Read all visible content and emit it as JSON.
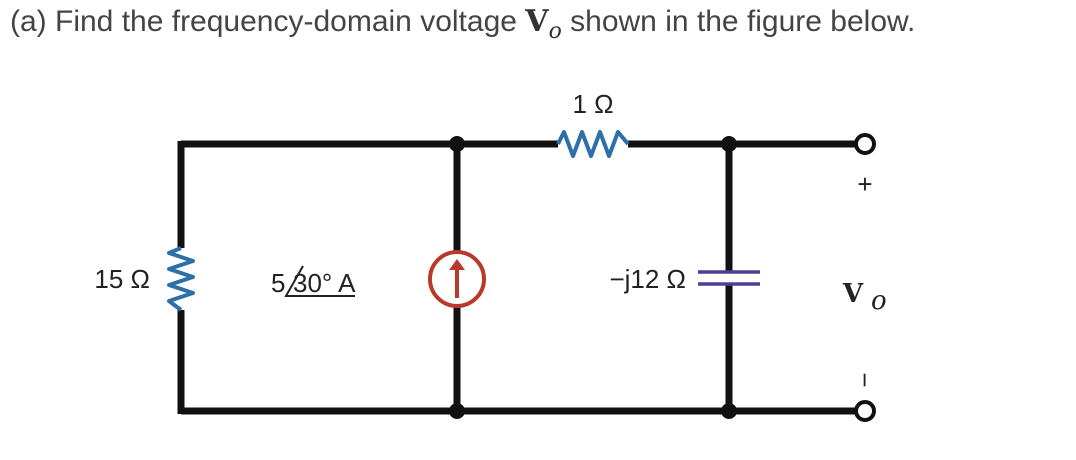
{
  "question": {
    "prefix": "(a)   Find the frequency-domain voltage ",
    "symbol": "V",
    "subscript": "o",
    "suffix": " shown in the figure below."
  },
  "circuit": {
    "resistor_top_label": "1 Ω",
    "resistor_left_label": "15 Ω",
    "current_source_label": "5",
    "current_source_angle": "30° A",
    "capacitor_label": "−j12 Ω",
    "output_plus": "+",
    "output_minus": "−",
    "output_symbol": "V",
    "output_subscript": "o",
    "colors": {
      "wire": "#111111",
      "resistor": "#2f6fa8",
      "source": "#b83a2a",
      "capacitor": "#4a3f9a"
    }
  }
}
